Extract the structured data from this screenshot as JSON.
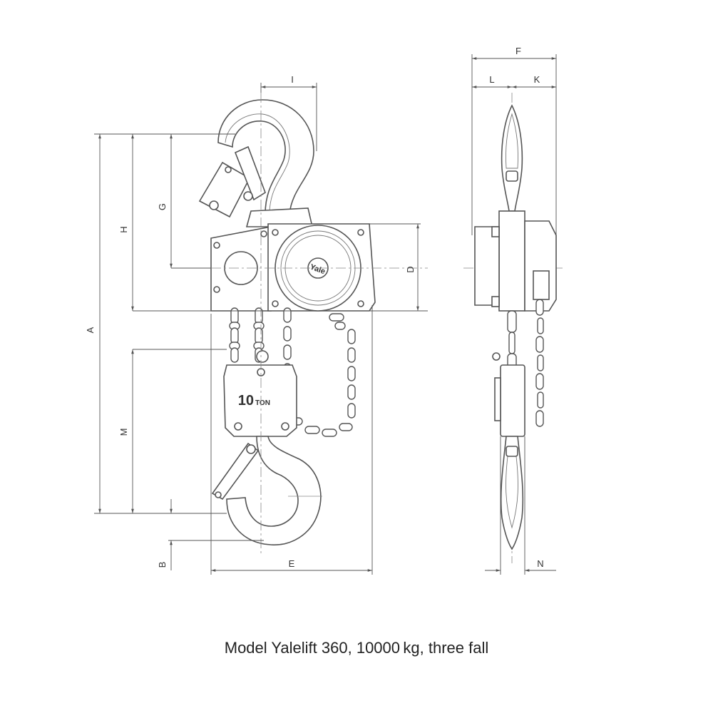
{
  "caption": "Model Yalelift 360, 10000 kg, three fall",
  "logo": {
    "brand": "Yale",
    "capacity_number": "10",
    "capacity_unit": "TON"
  },
  "dimension_labels": {
    "A": "A",
    "B": "B",
    "D": "D",
    "E": "E",
    "F": "F",
    "G": "G",
    "H": "H",
    "I": "I",
    "K": "K",
    "L": "L",
    "M": "M",
    "N": "N"
  }
}
